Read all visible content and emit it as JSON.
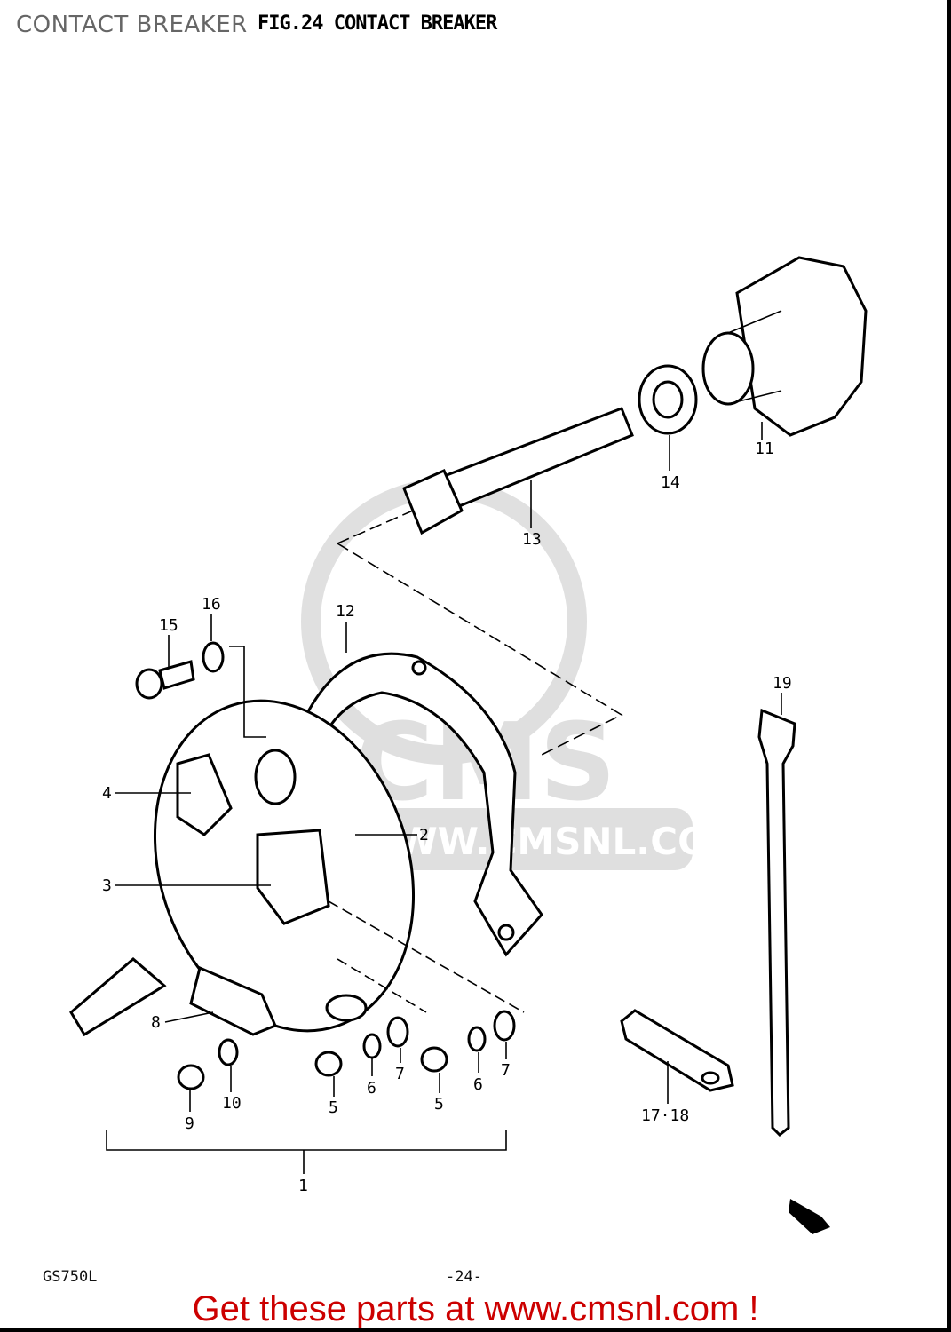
{
  "header": {
    "overlay_title": "CONTACT BREAKER",
    "figure_title": "FIG.24   CONTACT BREAKER"
  },
  "watermark": {
    "text": "CMS",
    "url": "WWW.CMSNL.COM"
  },
  "callouts": {
    "p1": "1",
    "p2": "2",
    "p3": "3",
    "p4": "4",
    "p5a": "5",
    "p5b": "5",
    "p6a": "6",
    "p6b": "6",
    "p7a": "7",
    "p7b": "7",
    "p8": "8",
    "p9": "9",
    "p10": "10",
    "p11": "11",
    "p12": "12",
    "p13": "13",
    "p14": "14",
    "p15": "15",
    "p16": "16",
    "p17_18": "17·18",
    "p19": "19"
  },
  "footer": {
    "model": "GS750L",
    "page": "-24-",
    "promo": "Get these parts at www.cmsnl.com !",
    "promo_color": "#cc0000"
  }
}
